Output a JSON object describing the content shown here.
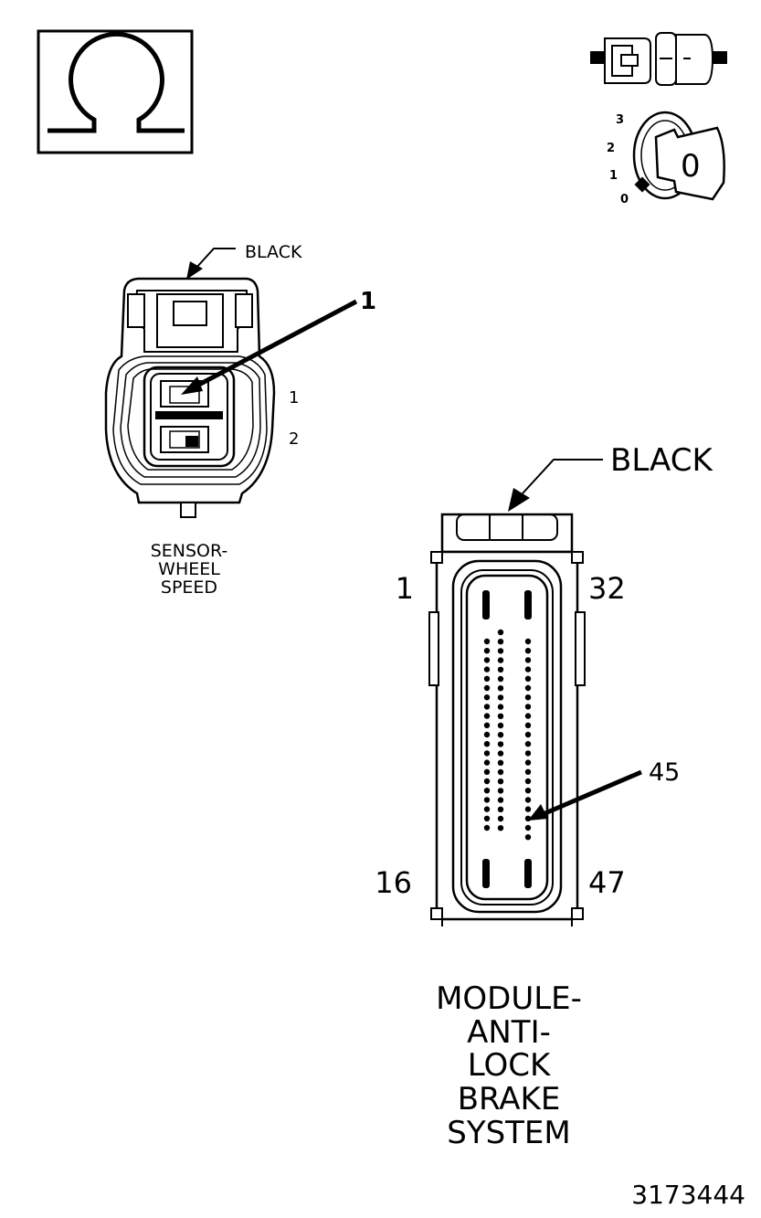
{
  "symbols": {
    "ohms": "ohm-symbol",
    "connector": "disconnect-connector-icon",
    "ignition": "ignition-key-icon"
  },
  "ignition": {
    "positions": [
      "3",
      "2",
      "1",
      "0"
    ],
    "key_label": "0"
  },
  "sensor": {
    "color_label": "BLACK",
    "pointer_label": "1",
    "pin_labels": [
      "1",
      "2"
    ],
    "name_lines": [
      "SENSOR-",
      "WHEEL",
      "SPEED"
    ]
  },
  "module": {
    "color_label": "BLACK",
    "corner_labels": {
      "top_left": "1",
      "top_right": "32",
      "bottom_left": "16",
      "bottom_right": "47"
    },
    "pointer_label": "45",
    "name_lines": [
      "MODULE-",
      "ANTI-",
      "LOCK",
      "BRAKE",
      "SYSTEM"
    ]
  },
  "figure_id": "3173444"
}
